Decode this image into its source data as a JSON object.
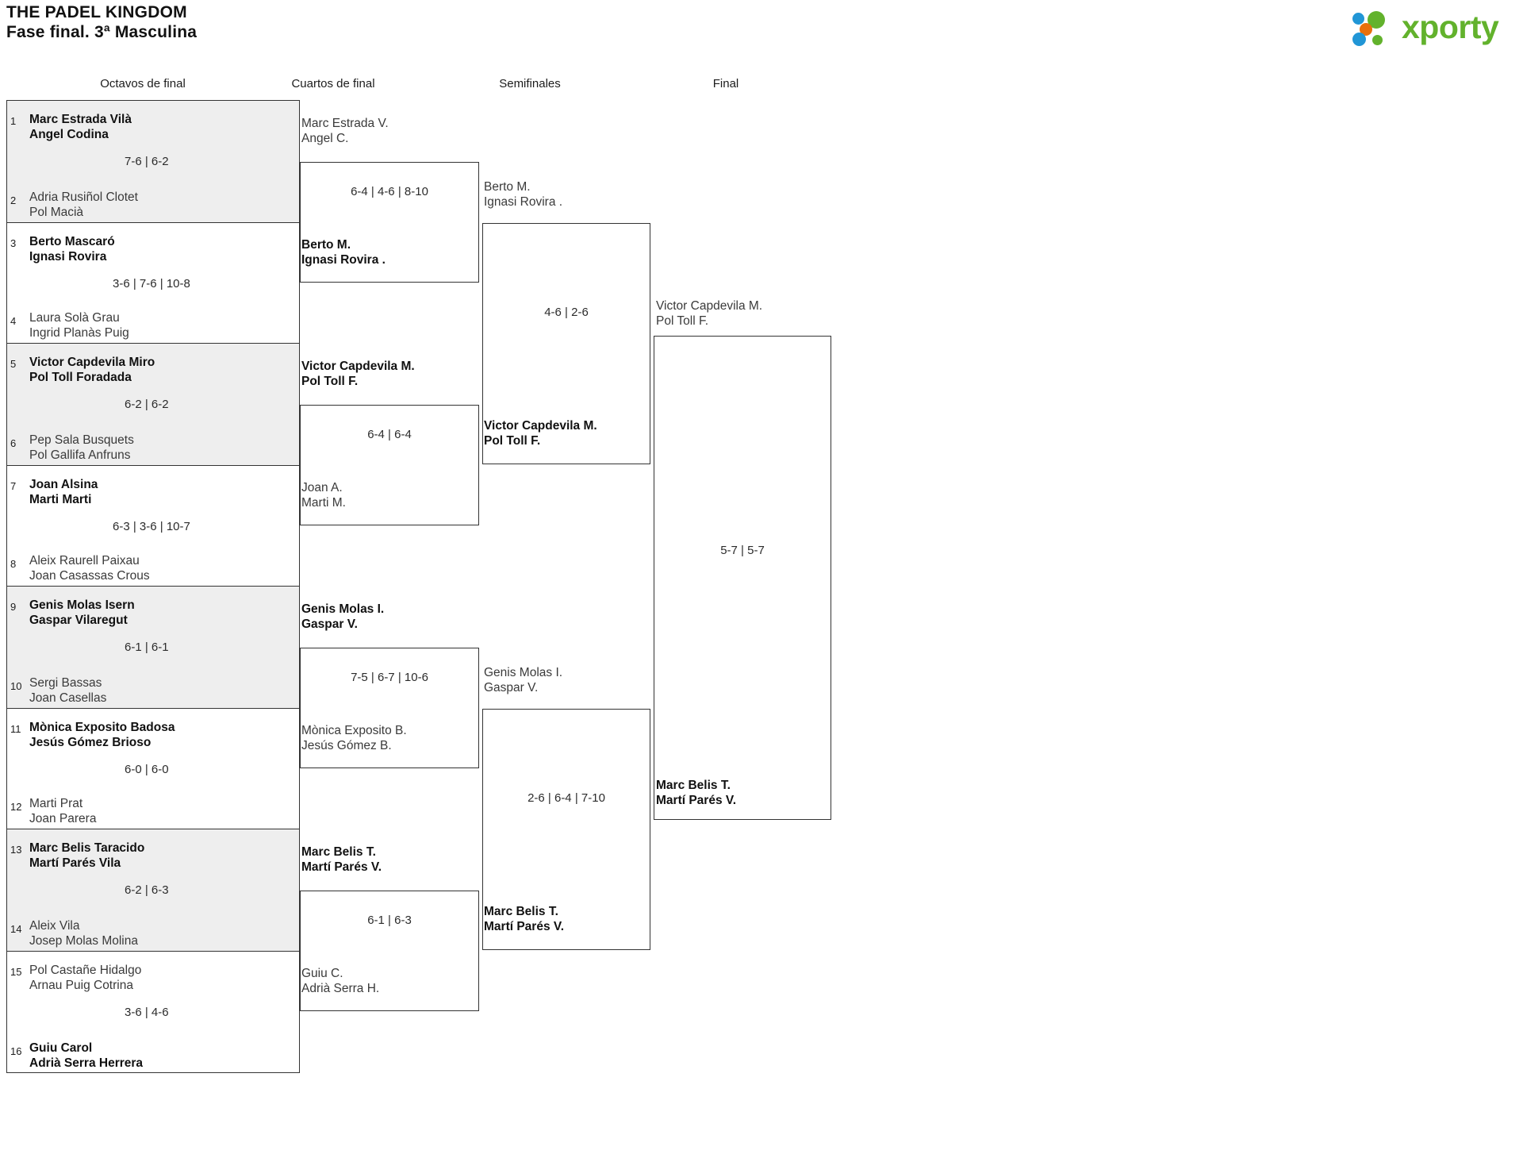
{
  "header": {
    "tournament": "THE PADEL KINGDOM",
    "phase": "Fase final. 3ª Masculina",
    "logo": {
      "word": "xporty",
      "dot_blue": "#2196d6",
      "dot_orange": "#e8700d",
      "dot_green": "#62b22c"
    }
  },
  "rounds": [
    {
      "label": "Octavos de final"
    },
    {
      "label": "Cuartos de final"
    },
    {
      "label": "Semifinales"
    },
    {
      "label": "Final"
    }
  ],
  "round1": [
    {
      "seed_top": "1",
      "top1": "Marc Estrada Vilà",
      "top2": "Angel Codina",
      "top_win": true,
      "seed_bot": "2",
      "bot1": "Adria Rusiñol Clotet",
      "bot2": "Pol Macià",
      "bot_win": false,
      "score": "7-6 | 6-2"
    },
    {
      "seed_top": "3",
      "top1": "Berto Mascaró",
      "top2": "Ignasi Rovira",
      "top_win": true,
      "seed_bot": "4",
      "bot1": "Laura Solà Grau",
      "bot2": "Ingrid Planàs Puig",
      "bot_win": false,
      "score": "3-6 | 7-6 | 10-8"
    },
    {
      "seed_top": "5",
      "top1": "Victor Capdevila Miro",
      "top2": "Pol Toll Foradada",
      "top_win": true,
      "seed_bot": "6",
      "bot1": "Pep Sala Busquets",
      "bot2": "Pol Gallifa Anfruns",
      "bot_win": false,
      "score": "6-2 | 6-2"
    },
    {
      "seed_top": "7",
      "top1": "Joan Alsina",
      "top2": "Marti Marti",
      "top_win": true,
      "seed_bot": "8",
      "bot1": "Aleix Raurell Paixau",
      "bot2": "Joan Casassas Crous",
      "bot_win": false,
      "score": "6-3 | 3-6 | 10-7"
    },
    {
      "seed_top": "9",
      "top1": "Genis Molas Isern",
      "top2": "Gaspar Vilaregut",
      "top_win": true,
      "seed_bot": "10",
      "bot1": "Sergi Bassas",
      "bot2": "Joan Casellas",
      "bot_win": false,
      "score": "6-1 | 6-1"
    },
    {
      "seed_top": "11",
      "top1": "Mònica Exposito Badosa",
      "top2": "Jesús Gómez Brioso",
      "top_win": true,
      "seed_bot": "12",
      "bot1": "Marti Prat",
      "bot2": "Joan Parera",
      "bot_win": false,
      "score": "6-0 | 6-0"
    },
    {
      "seed_top": "13",
      "top1": "Marc Belis Taracido",
      "top2": "Martí Parés Vila",
      "top_win": true,
      "seed_bot": "14",
      "bot1": "Aleix Vila",
      "bot2": "Josep Molas Molina",
      "bot_win": false,
      "score": "6-2 | 6-3"
    },
    {
      "seed_top": "15",
      "top1": "Pol Castañe Hidalgo",
      "top2": "Arnau Puig Cotrina",
      "top_win": false,
      "seed_bot": "16",
      "bot1": "Guiu Carol",
      "bot2": "Adrià Serra Herrera",
      "bot_win": true,
      "score": "3-6 | 4-6"
    }
  ],
  "round2": [
    {
      "top1": "Marc Estrada V.",
      "top2": "Angel C.",
      "top_win": false,
      "bot1": "Berto M.",
      "bot2": "Ignasi Rovira .",
      "bot_win": true,
      "score": "6-4 | 4-6 | 8-10"
    },
    {
      "top1": "Victor Capdevila M.",
      "top2": "Pol Toll F.",
      "top_win": true,
      "bot1": "Joan A.",
      "bot2": "Marti M.",
      "bot_win": false,
      "score": "6-4 | 6-4"
    },
    {
      "top1": "Genis Molas I.",
      "top2": "Gaspar V.",
      "top_win": true,
      "bot1": "Mònica Exposito B.",
      "bot2": "Jesús Gómez B.",
      "bot_win": false,
      "score": "7-5 | 6-7 | 10-6"
    },
    {
      "top1": "Marc Belis T.",
      "top2": "Martí Parés V.",
      "top_win": true,
      "bot1": "Guiu C.",
      "bot2": "Adrià Serra H.",
      "bot_win": false,
      "score": "6-1 | 6-3"
    }
  ],
  "round3": [
    {
      "top1": "Berto M.",
      "top2": "Ignasi Rovira .",
      "top_win": false,
      "bot1": "Victor Capdevila M.",
      "bot2": "Pol Toll F.",
      "bot_win": true,
      "score": "4-6 | 2-6"
    },
    {
      "top1": "Genis Molas I.",
      "top2": "Gaspar V.",
      "top_win": false,
      "bot1": "Marc Belis T.",
      "bot2": "Martí Parés V.",
      "bot_win": true,
      "score": "2-6 | 6-4 | 7-10"
    }
  ],
  "round4": [
    {
      "top1": "Victor Capdevila M.",
      "top2": "Pol Toll F.",
      "top_win": false,
      "bot1": "Marc Belis T.",
      "bot2": "Martí Parés V.",
      "bot_win": true,
      "score": "5-7 | 5-7"
    }
  ]
}
